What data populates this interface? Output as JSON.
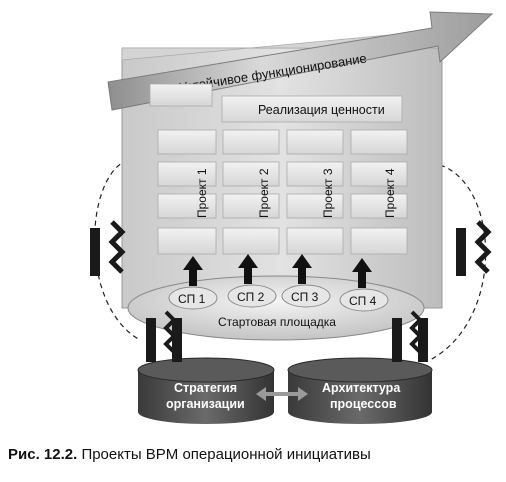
{
  "diagram": {
    "banner_label": "Устойчивое функционирование",
    "value_label": "Реализация ценности",
    "projects": [
      "Проект 1",
      "Проект 2",
      "Проект 3",
      "Проект 4"
    ],
    "sp_labels": [
      "СП 1",
      "СП 2",
      "СП 3",
      "СП 4"
    ],
    "platform_label": "Стартовая площадка",
    "strategy_label_line1": "Стратегия",
    "strategy_label_line2": "организации",
    "architecture_label_line1": "Архитектура",
    "architecture_label_line2": "процессов"
  },
  "caption": {
    "figure_number": "Рис. 12.2.",
    "text": "Проекты BPM операционной инициативы"
  }
}
